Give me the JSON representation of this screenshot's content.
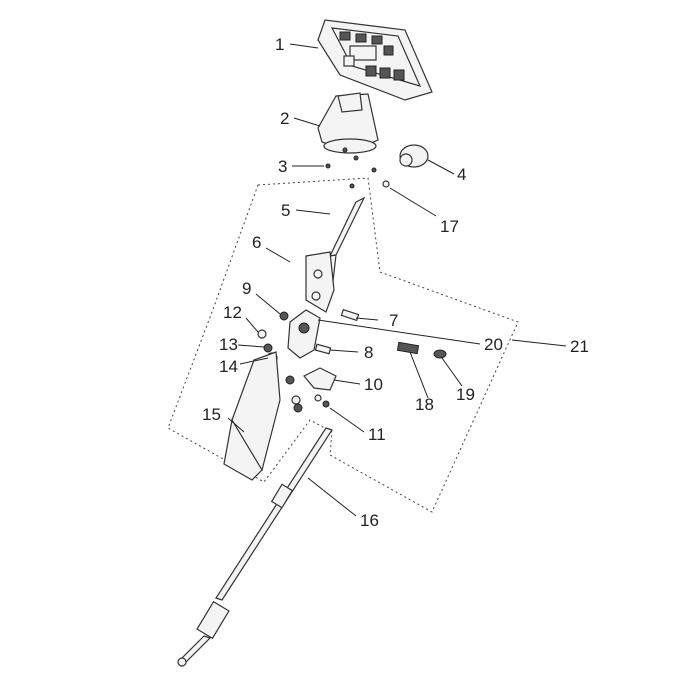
{
  "callouts": [
    {
      "id": "1",
      "text": "1"
    },
    {
      "id": "2",
      "text": "2"
    },
    {
      "id": "3",
      "text": "3"
    },
    {
      "id": "4",
      "text": "4"
    },
    {
      "id": "5",
      "text": "5"
    },
    {
      "id": "6",
      "text": "6"
    },
    {
      "id": "7",
      "text": "7"
    },
    {
      "id": "8",
      "text": "8"
    },
    {
      "id": "9",
      "text": "9"
    },
    {
      "id": "10",
      "text": "10"
    },
    {
      "id": "11",
      "text": "11"
    },
    {
      "id": "12",
      "text": "12"
    },
    {
      "id": "13",
      "text": "13"
    },
    {
      "id": "14",
      "text": "14"
    },
    {
      "id": "15",
      "text": "15"
    },
    {
      "id": "16",
      "text": "16"
    },
    {
      "id": "17",
      "text": "17"
    },
    {
      "id": "18",
      "text": "18"
    },
    {
      "id": "19",
      "text": "19"
    },
    {
      "id": "20",
      "text": "20"
    },
    {
      "id": "21",
      "text": "21"
    }
  ]
}
